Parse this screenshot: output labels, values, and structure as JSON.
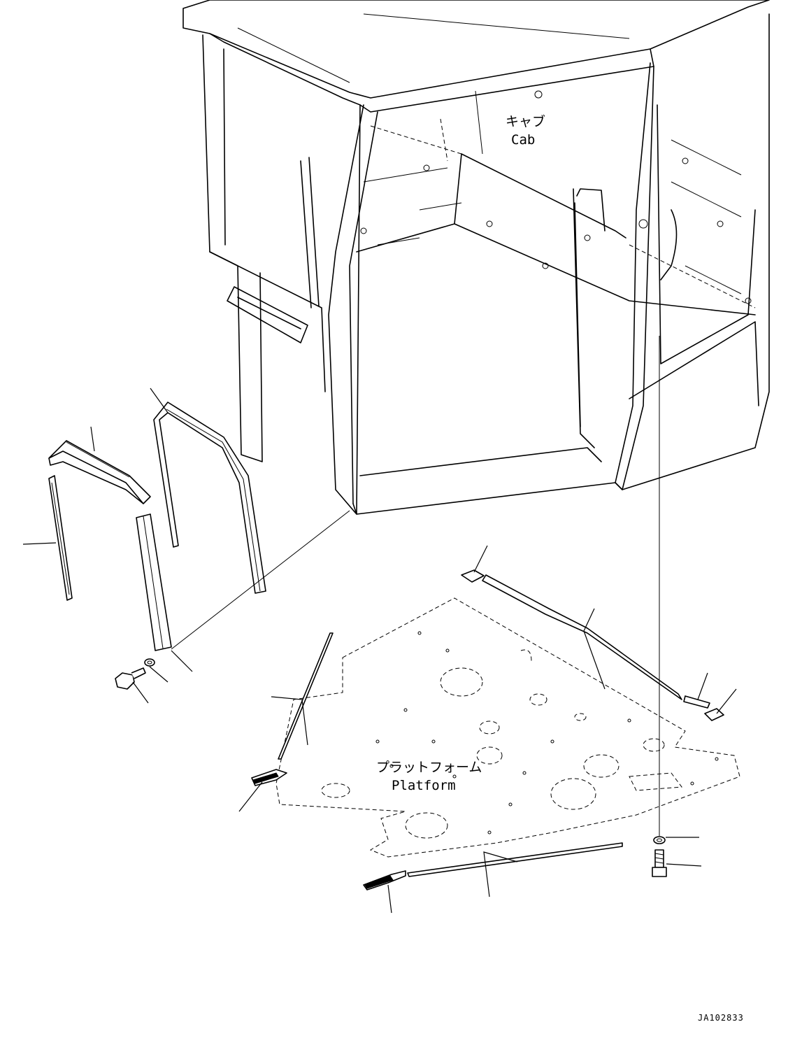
{
  "labels": {
    "cab_jp": "キャブ",
    "cab_en": "Cab",
    "platform_jp": "プラットフォーム",
    "platform_en": "Platform",
    "drawing_code": "JA102833"
  }
}
